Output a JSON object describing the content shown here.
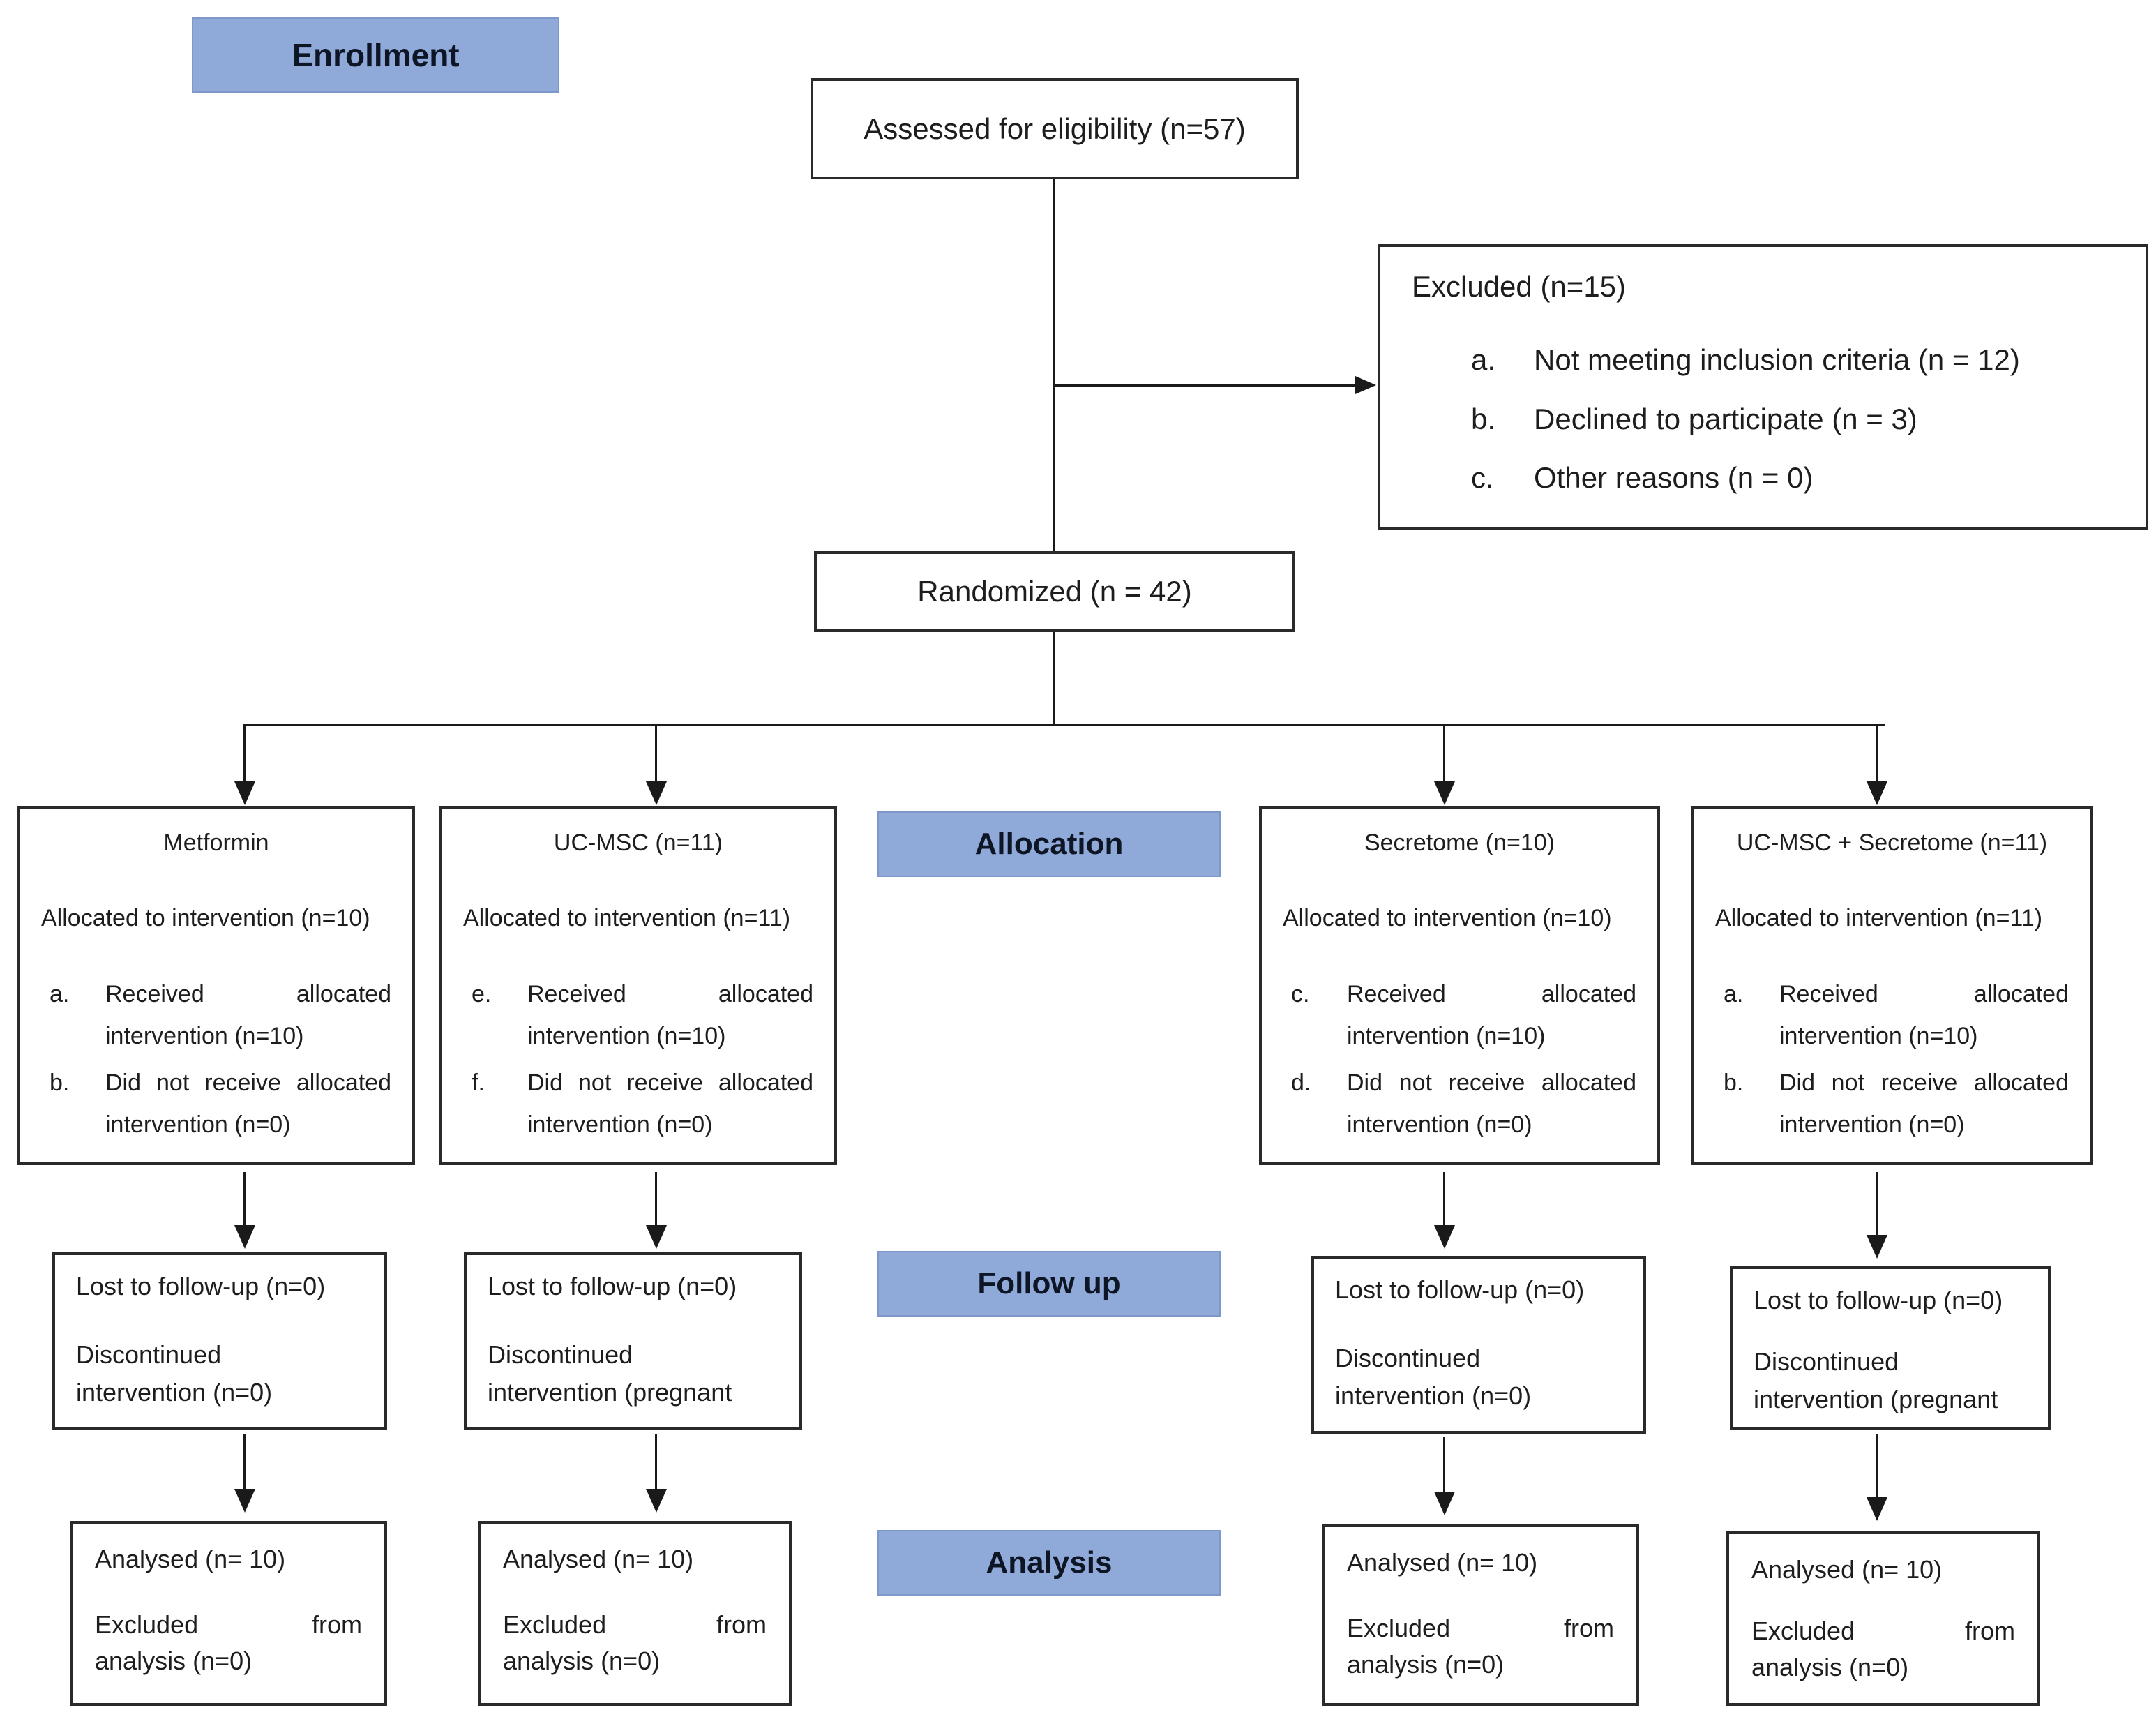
{
  "stages": {
    "enrollment": "Enrollment",
    "allocation": "Allocation",
    "follow_up": "Follow up",
    "analysis": "Analysis"
  },
  "colors": {
    "stage_fill": "#8faad9",
    "line": "#1a1a1a"
  },
  "enrollment": {
    "assessed": "Assessed for eligibility (n=57)",
    "randomized": "Randomized (n = 42)",
    "excluded": {
      "title": "Excluded (n=15)",
      "items": [
        {
          "marker": "a.",
          "text": "Not meeting inclusion criteria (n = 12)"
        },
        {
          "marker": "b.",
          "text": "Declined to participate (n = 3)"
        },
        {
          "marker": "c.",
          "text": "Other reasons (n = 0)"
        }
      ]
    }
  },
  "arms": [
    {
      "title": "Metformin",
      "allocated": "Allocated to intervention (n=10)",
      "items": [
        {
          "marker": "a.",
          "line1": "Received allocated",
          "line2": "intervention (n=10)"
        },
        {
          "marker": "b.",
          "line1": "Did not receive allocated",
          "line2": "intervention (n=0)"
        }
      ],
      "follow_up": {
        "lost": "Lost to follow-up (n=0)",
        "discontinued_line1": "Discontinued",
        "discontinued_line2": "intervention (n=0)"
      },
      "analysis": {
        "analysed": "Analysed (n= 10)",
        "excluded_line1": "Excluded from",
        "excluded_line2": "analysis (n=0)"
      }
    },
    {
      "title": "UC-MSC (n=11)",
      "allocated": "Allocated to intervention (n=11)",
      "items": [
        {
          "marker": "e.",
          "line1": "Received allocated",
          "line2": "intervention (n=10)"
        },
        {
          "marker": "f.",
          "line1": "Did not receive allocated",
          "line2": "intervention (n=0)"
        }
      ],
      "follow_up": {
        "lost": "Lost to follow-up (n=0)",
        "discontinued_line1": "Discontinued",
        "discontinued_line2": "intervention (pregnant"
      },
      "analysis": {
        "analysed": "Analysed (n= 10)",
        "excluded_line1": "Excluded from",
        "excluded_line2": "analysis (n=0)"
      }
    },
    {
      "title": "Secretome (n=10)",
      "allocated": "Allocated to intervention (n=10)",
      "items": [
        {
          "marker": "c.",
          "line1": "Received allocated",
          "line2": "intervention (n=10)"
        },
        {
          "marker": "d.",
          "line1": "Did not receive allocated",
          "line2": "intervention (n=0)"
        }
      ],
      "follow_up": {
        "lost": "Lost to follow-up (n=0)",
        "discontinued_line1": "Discontinued",
        "discontinued_line2": "intervention (n=0)"
      },
      "analysis": {
        "analysed": "Analysed (n= 10)",
        "excluded_line1": "Excluded from",
        "excluded_line2": "analysis (n=0)"
      }
    },
    {
      "title": "UC-MSC + Secretome (n=11)",
      "allocated": "Allocated to intervention (n=11)",
      "items": [
        {
          "marker": "a.",
          "line1": "Received allocated",
          "line2": "intervention (n=10)"
        },
        {
          "marker": "b.",
          "line1": "Did not receive allocated",
          "line2": "intervention (n=0)"
        }
      ],
      "follow_up": {
        "lost": "Lost to follow-up (n=0)",
        "discontinued_line1": "Discontinued",
        "discontinued_line2": "intervention (pregnant"
      },
      "analysis": {
        "analysed": "Analysed (n= 10)",
        "excluded_line1": "Excluded from",
        "excluded_line2": "analysis (n=0)"
      }
    }
  ]
}
